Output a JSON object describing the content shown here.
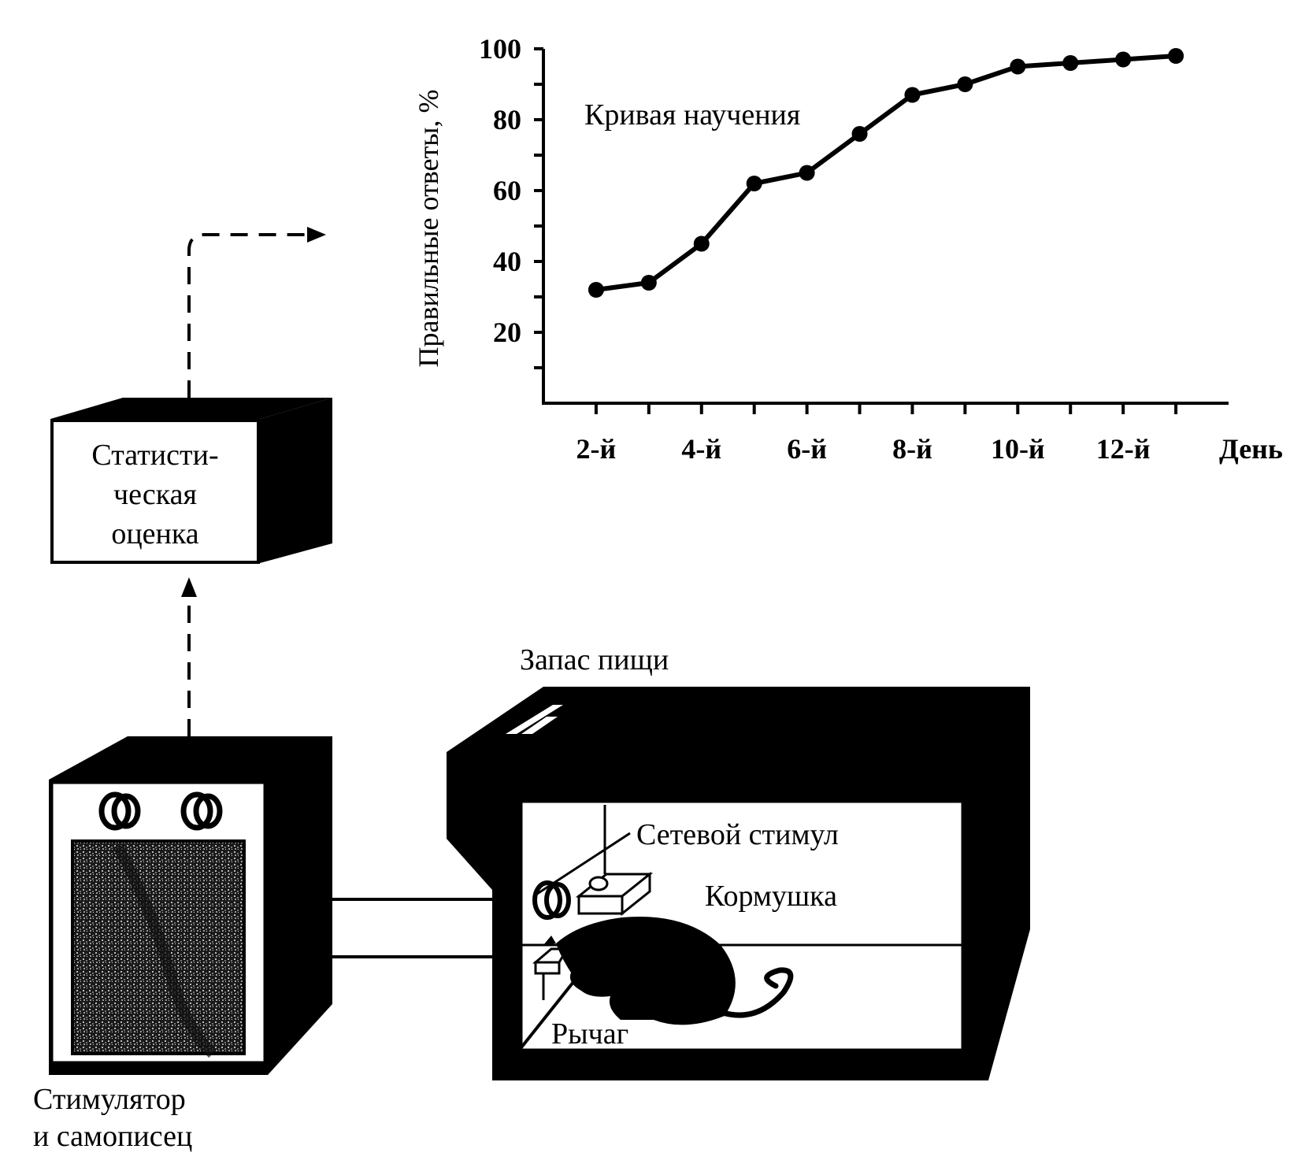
{
  "chart_data": {
    "type": "line",
    "title": "Кривая научения",
    "ylabel": "Правильные ответы, %",
    "xlabel": "День",
    "x": [
      2,
      3,
      4,
      5,
      6,
      7,
      8,
      9,
      10,
      11,
      12,
      13
    ],
    "values": [
      32,
      34,
      45,
      62,
      65,
      76,
      87,
      90,
      95,
      96,
      97,
      98
    ],
    "xlim": [
      1,
      14
    ],
    "ylim": [
      0,
      100
    ],
    "x_ticks": [
      {
        "x": 2,
        "label": "2-й"
      },
      {
        "x": 4,
        "label": "4-й"
      },
      {
        "x": 6,
        "label": "6-й"
      },
      {
        "x": 8,
        "label": "8-й"
      },
      {
        "x": 10,
        "label": "10-й"
      },
      {
        "x": 12,
        "label": "12-й"
      }
    ],
    "y_ticks": [
      20,
      40,
      60,
      80,
      100
    ],
    "grid": false,
    "marker": "filled-circle"
  },
  "diagram": {
    "stat_box_lines": [
      "Статисти-",
      "ческая",
      "оценка"
    ],
    "stimulator_label_lines": [
      "Стимулятор",
      "и самописец"
    ],
    "food_supply": "Запас пищи",
    "net_stimulus": "Сетевой стимул",
    "feeder": "Кормушка",
    "lever": "Рычаг"
  }
}
